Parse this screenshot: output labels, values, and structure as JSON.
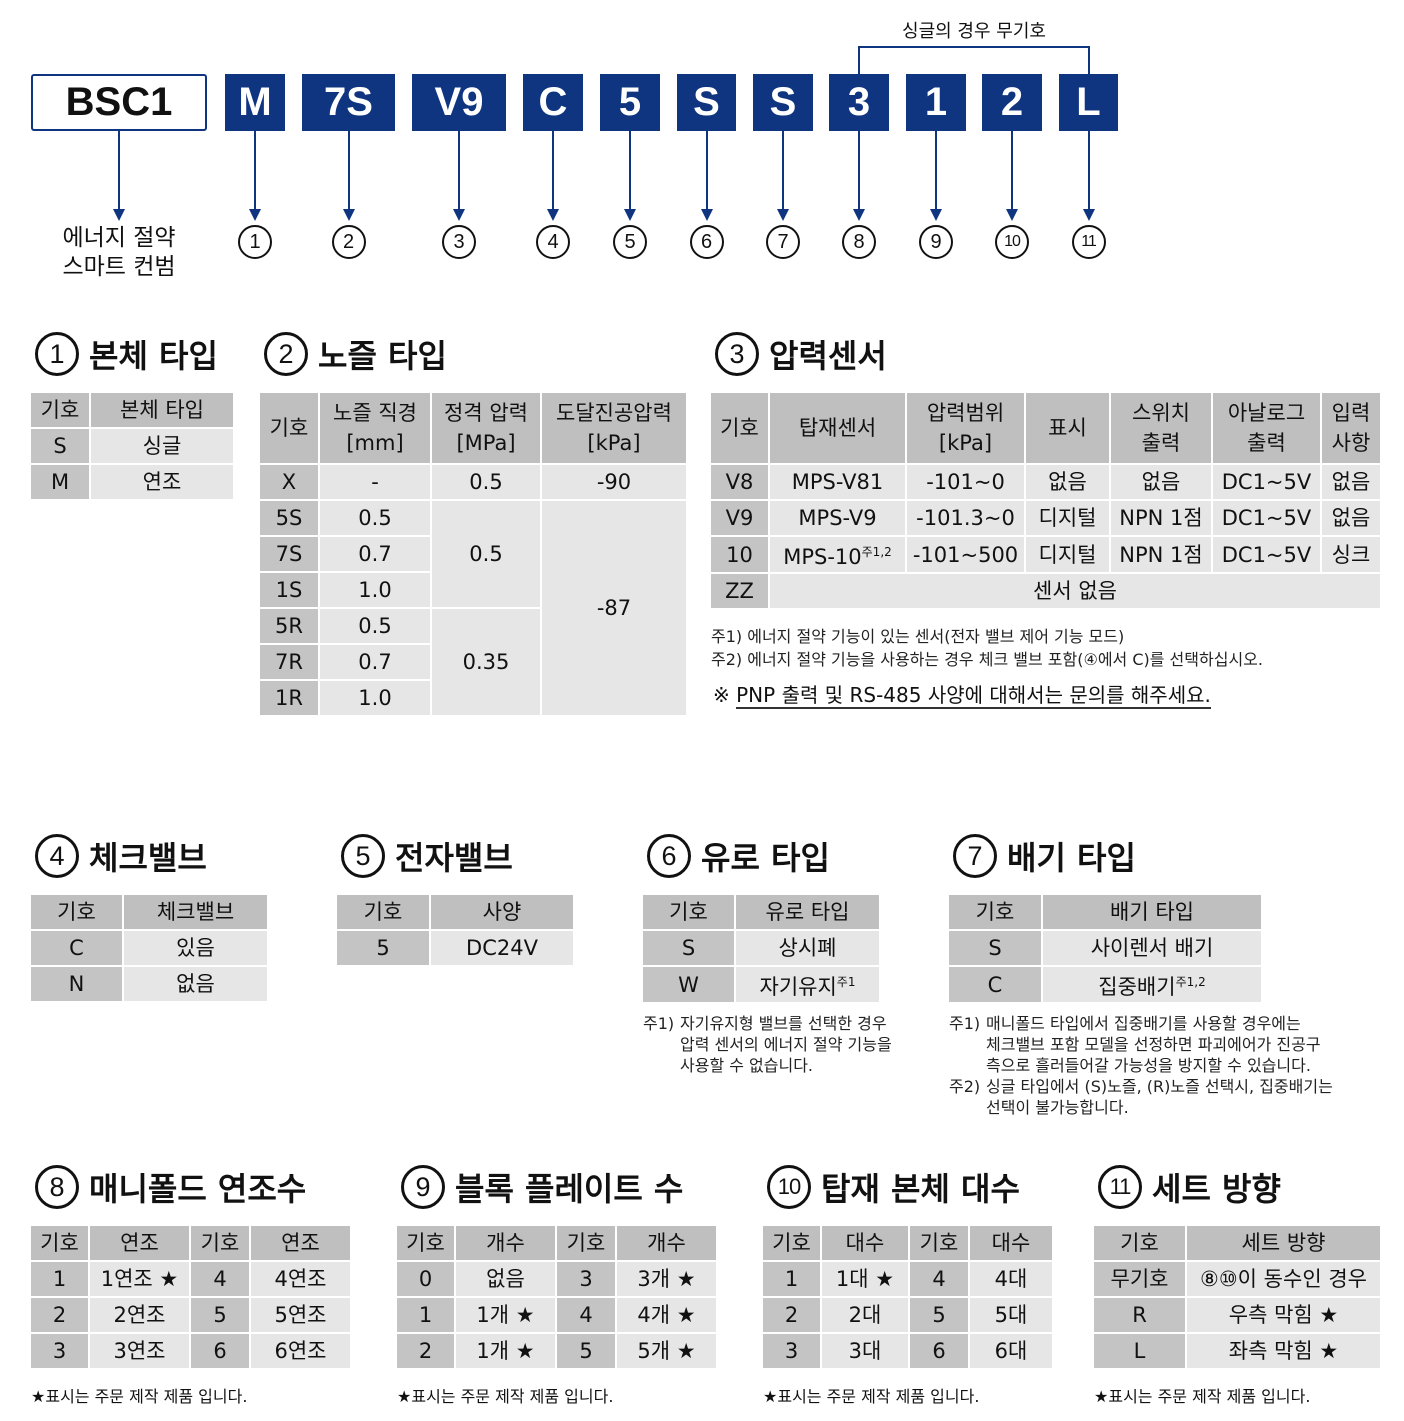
{
  "header": {
    "base_code": "BSC1",
    "base_label": "에너지 절약\n스마트 컨범",
    "codes": [
      "M",
      "7S",
      "V9",
      "C",
      "5",
      "S",
      "S",
      "3",
      "1",
      "2",
      "L"
    ],
    "numbers": [
      "1",
      "2",
      "3",
      "4",
      "5",
      "6",
      "7",
      "8",
      "9",
      "10",
      "11"
    ],
    "single_note": "싱글의 경우 무기호"
  },
  "sections": {
    "s1": {
      "num": "1",
      "title": "본체 타입"
    },
    "s2": {
      "num": "2",
      "title": "노즐 타입"
    },
    "s3": {
      "num": "3",
      "title": "압력센서"
    },
    "s4": {
      "num": "4",
      "title": "체크밸브"
    },
    "s5": {
      "num": "5",
      "title": "전자밸브"
    },
    "s6": {
      "num": "6",
      "title": "유로 타입"
    },
    "s7": {
      "num": "7",
      "title": "배기 타입"
    },
    "s8": {
      "num": "8",
      "title": "매니폴드 연조수"
    },
    "s9": {
      "num": "9",
      "title": "블록 플레이트 수"
    },
    "s10": {
      "num": "10",
      "title": "탑재 본체 대수"
    },
    "s11": {
      "num": "11",
      "title": "세트 방향"
    }
  },
  "tables": {
    "t1": {
      "head": [
        "기호",
        "본체 타입"
      ],
      "rows": [
        [
          "S",
          "싱글"
        ],
        [
          "M",
          "연조"
        ]
      ]
    },
    "t2": {
      "head": [
        "기호",
        "노즐 직경\n[mm]",
        "정격 압력\n[MPa]",
        "도달진공압력\n[kPa]"
      ],
      "rows": [
        [
          "X",
          "-",
          "0.5",
          "-90"
        ],
        [
          "5S",
          "0.5",
          {
            "t": "0.5",
            "rs": 3
          },
          {
            "t": "-87",
            "rs": 6
          }
        ],
        [
          "7S",
          "0.7"
        ],
        [
          "1S",
          "1.0"
        ],
        [
          "5R",
          "0.5",
          {
            "t": "0.35",
            "rs": 3
          }
        ],
        [
          "7R",
          "0.7"
        ],
        [
          "1R",
          "1.0"
        ]
      ]
    },
    "t3": {
      "head": [
        "기호",
        "탑재센서",
        "압력범위\n[kPa]",
        "표시",
        "스위치\n출력",
        "아날로그\n출력",
        "입력\n사항"
      ],
      "rows": [
        [
          "V8",
          "MPS-V81",
          "-101~0",
          "없음",
          "없음",
          "DC1~5V",
          "없음"
        ],
        [
          "V9",
          "MPS-V9",
          "-101.3~0",
          "디지털",
          "NPN 1점",
          "DC1~5V",
          "없음"
        ],
        [
          "10",
          {
            "t": "MPS-10",
            "sup": "주1,2"
          },
          "-101~500",
          "디지털",
          "NPN 1점",
          "DC1~5V",
          "싱크"
        ],
        [
          "ZZ",
          {
            "t": "센서 없음",
            "cs": 6
          }
        ]
      ]
    },
    "t4": {
      "head": [
        "기호",
        "체크밸브"
      ],
      "rows": [
        [
          "C",
          "있음"
        ],
        [
          "N",
          "없음"
        ]
      ]
    },
    "t5": {
      "head": [
        "기호",
        "사양"
      ],
      "rows": [
        [
          "5",
          "DC24V"
        ]
      ]
    },
    "t6": {
      "head": [
        "기호",
        "유로 타입"
      ],
      "rows": [
        [
          "S",
          "상시폐"
        ],
        [
          "W",
          {
            "t": "자기유지",
            "sup": "주1"
          }
        ]
      ]
    },
    "t7": {
      "head": [
        "기호",
        "배기 타입"
      ],
      "rows": [
        [
          "S",
          "사이렌서 배기"
        ],
        [
          "C",
          {
            "t": "집중배기",
            "sup": "주1,2"
          }
        ]
      ]
    },
    "t8": {
      "head": [
        "기호",
        "연조",
        "기호",
        "연조"
      ],
      "rows": [
        [
          "1",
          "1연조 ★",
          "4",
          "4연조"
        ],
        [
          "2",
          "2연조",
          "5",
          "5연조"
        ],
        [
          "3",
          "3연조",
          "6",
          "6연조"
        ]
      ]
    },
    "t9": {
      "head": [
        "기호",
        "개수",
        "기호",
        "개수"
      ],
      "rows": [
        [
          "0",
          "없음",
          "3",
          "3개 ★"
        ],
        [
          "1",
          "1개 ★",
          "4",
          "4개 ★"
        ],
        [
          "2",
          "1개 ★",
          "5",
          "5개 ★"
        ]
      ]
    },
    "t10": {
      "head": [
        "기호",
        "대수",
        "기호",
        "대수"
      ],
      "rows": [
        [
          "1",
          "1대 ★",
          "4",
          "4대"
        ],
        [
          "2",
          "2대",
          "5",
          "5대"
        ],
        [
          "3",
          "3대",
          "6",
          "6대"
        ]
      ]
    },
    "t11": {
      "head": [
        "기호",
        "세트 방향"
      ],
      "rows": [
        [
          "무기호",
          "⑧⑩이 동수인 경우"
        ],
        [
          "R",
          "우측 막힘 ★"
        ],
        [
          "L",
          "좌측 막힘 ★"
        ]
      ]
    }
  },
  "notes": {
    "s3_note1": "주1) 에너지 절약 기능이 있는 센서(전자 밸브 제어 기능 모드)",
    "s3_note2": "주2) 에너지 절약 기능을 사용하는 경우 체크 밸브 포함(④에서 C)를 선택하십시오.",
    "s3_ref": "※",
    "s3_pnp": "PNP 출력 및 RS-485 사양에 대해서는 문의를 해주세요.",
    "s6_note1_label": "주1)",
    "s6_note1": "자기유지형 밸브를 선택한 경우\n압력 센서의 에너지 절약 기능을\n사용할 수 없습니다.",
    "s7_note1_label": "주1)",
    "s7_note1": "매니폴드 타입에서 집중배기를 사용할 경우에는\n체크밸브 포함 모델을 선정하면 파괴에어가 진공구\n측으로 흘러들어갈 가능성을 방지할 수 있습니다.",
    "s7_note2_label": "주2)",
    "s7_note2": "싱글 타입에서 (S)노즐, (R)노즐 선택시, 집중배기는\n 선택이 불가능합니다.",
    "custom_order": "★표시는 주문 제작 제품 입니다."
  },
  "colors": {
    "brand": "#0f3480",
    "header_gray": "#bfbfbf",
    "cell_gray": "#e6e6e6"
  }
}
